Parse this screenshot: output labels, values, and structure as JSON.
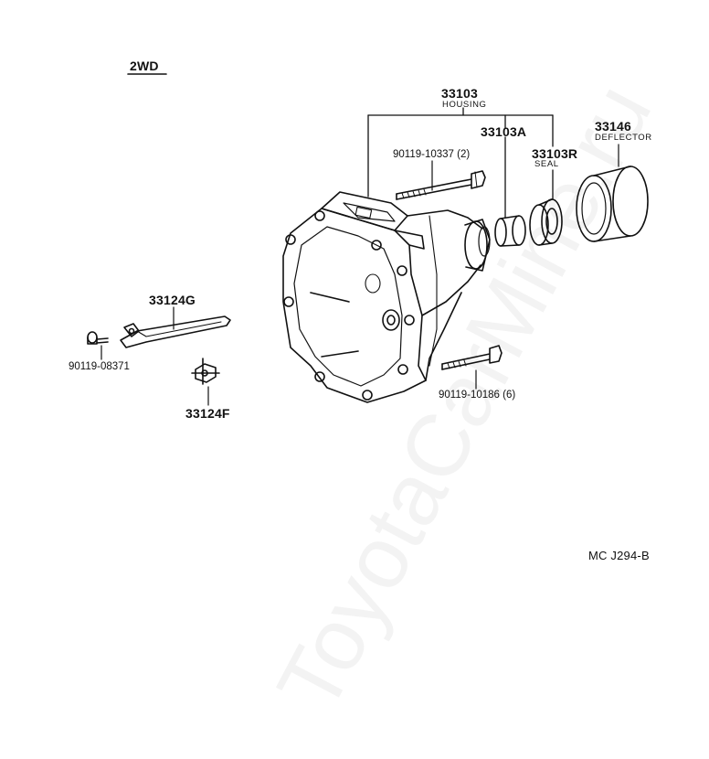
{
  "variant_label": "2WD",
  "figure_code": "MC J294-B",
  "watermark_text": "ToyotaCarMine.ru",
  "parts": {
    "housing": {
      "number": "33103",
      "name": "HOUSING"
    },
    "housing_a": {
      "number": "33103A"
    },
    "seal": {
      "number": "33103R",
      "name": "SEAL"
    },
    "deflector": {
      "number": "33146",
      "name": "DEFLECTOR"
    },
    "bolt_top": {
      "number": "90119-10337 (2)"
    },
    "bolt_bottom": {
      "number": "90119-10186 (6)"
    },
    "lever": {
      "number": "33124G"
    },
    "pin_bolt": {
      "number": "90119-08371"
    },
    "pivot": {
      "number": "33124F"
    }
  }
}
